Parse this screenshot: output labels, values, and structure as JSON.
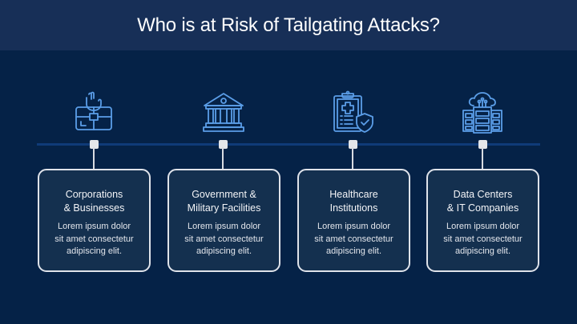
{
  "header": {
    "title": "Who is at Risk of Tailgating Attacks?"
  },
  "colors": {
    "background": "#052247",
    "header": "#172f57",
    "card_fill": "#14304f",
    "card_border": "#dfe3ea",
    "icon_stroke": "#5b9ee8",
    "timeline": "#0f3b78",
    "node": "#e4e6ea"
  },
  "items": [
    {
      "icon": "briefcase-hand-icon",
      "title_line1": "Corporations",
      "title_line2": "& Businesses",
      "desc_line1": "Lorem ipsum dolor",
      "desc_line2": "sit amet consectetur",
      "desc_line3": "adipiscing elit."
    },
    {
      "icon": "government-building-icon",
      "title_line1": "Government &",
      "title_line2": "Military Facilities",
      "desc_line1": "Lorem ipsum dolor",
      "desc_line2": "sit amet consectetur",
      "desc_line3": "adipiscing elit."
    },
    {
      "icon": "medical-clipboard-shield-icon",
      "title_line1": "Healthcare",
      "title_line2": "Institutions",
      "desc_line1": "Lorem ipsum dolor",
      "desc_line2": "sit amet consectetur",
      "desc_line3": "adipiscing elit."
    },
    {
      "icon": "cloud-server-icon",
      "title_line1": "Data Centers",
      "title_line2": "& IT Companies",
      "desc_line1": "Lorem ipsum dolor",
      "desc_line2": "sit amet consectetur",
      "desc_line3": "adipiscing elit."
    }
  ]
}
